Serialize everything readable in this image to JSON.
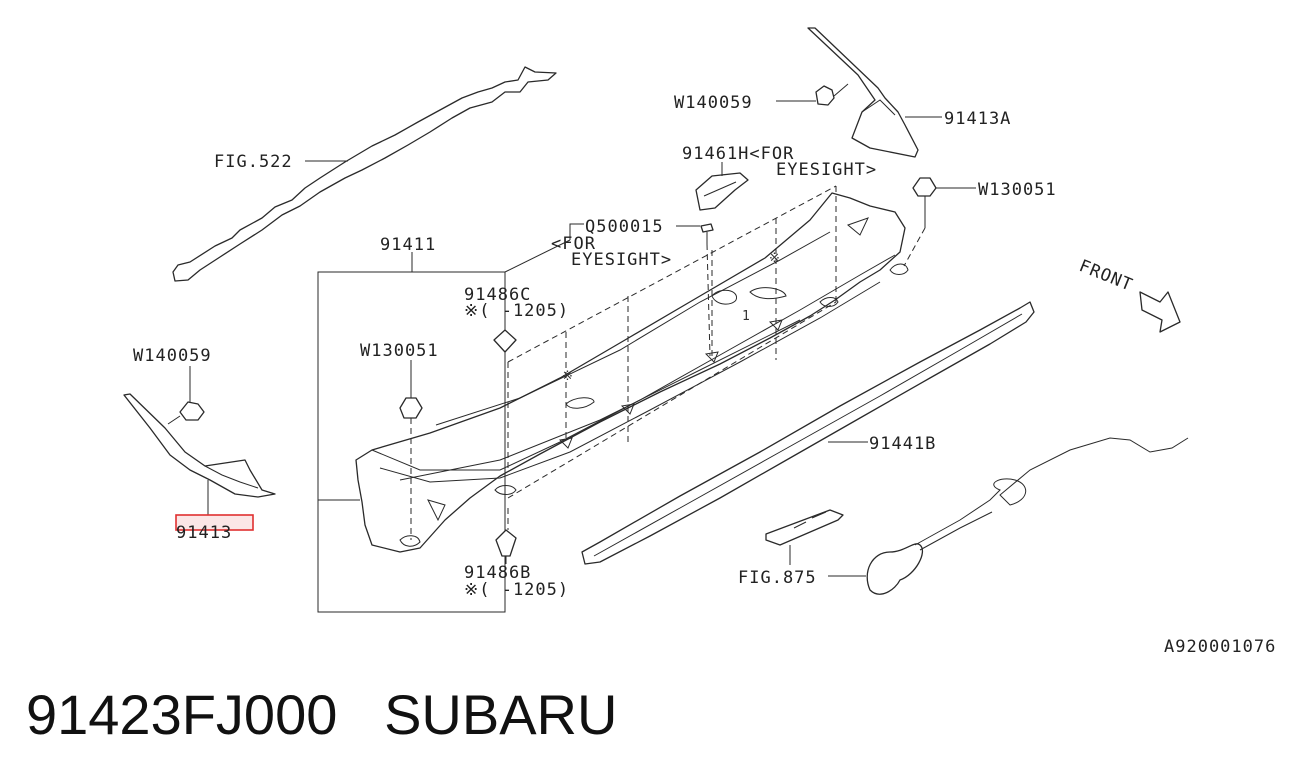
{
  "diagram": {
    "labels": {
      "fig522": "FIG.522",
      "w140059_top": "W140059",
      "part_91413A": "91413A",
      "part_91461H": "91461H<FOR",
      "eyesight_a": "EYESIGHT>",
      "w130051_right": "W130051",
      "q500015": "Q500015",
      "for_q": "<FOR",
      "eyesight_b": "EYESIGHT>",
      "part_91411": "91411",
      "part_91486C": "91486C",
      "range_c": "※(   -1205)",
      "w130051_left": "W130051",
      "w140059_left": "W140059",
      "part_91413": "91413",
      "part_91486B": "91486B",
      "range_b": "※(   -1205)",
      "part_91441B": "91441B",
      "fig875": "FIG.875",
      "front": "FRONT",
      "drawing_code": "A920001076"
    },
    "highlight_color": "#e03030"
  },
  "footer": {
    "part_number": "91423FJ000",
    "brand": "SUBARU"
  }
}
